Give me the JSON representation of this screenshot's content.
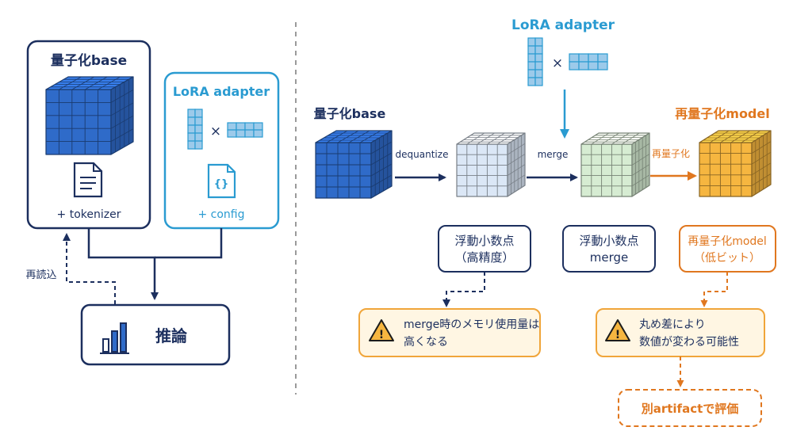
{
  "colors": {
    "navy": "#1c2f5e",
    "cyan": "#2a9bd1",
    "blue_cube": "#2f6bc9",
    "light_cube": "#dbe7f6",
    "green_cube": "#d6ecd2",
    "orange": "#e0771f",
    "orange_cube": "#f6b640",
    "warn_bg": "#fff6e3",
    "warn_border": "#f0a53a"
  },
  "left": {
    "base_title": "量子化base",
    "base_caption": "+ tokenizer",
    "adapter_title": "LoRA adapter",
    "times_symbol": "×",
    "config_icon_glyph": "{}",
    "adapter_caption": "+ config",
    "reload_label": "再読込",
    "inference_label": "推論"
  },
  "right": {
    "adapter_title": "LoRA adapter",
    "times_symbol": "×",
    "base_title": "量子化base",
    "dequantize_label": "dequantize",
    "merge_label": "merge",
    "requantize_label": "再量子化",
    "model_title": "再量子化model",
    "float_box": [
      "浮動小数点",
      "（高精度）"
    ],
    "merge_box": [
      "浮動小数点",
      "merge"
    ],
    "requant_box": [
      "再量子化model",
      "（低ビット）"
    ],
    "warning_memory": [
      "merge時のメモリ使用量は",
      "高くなる"
    ],
    "warning_rounding": [
      "丸め差により",
      "数値が変わる可能性"
    ],
    "warning_glyph": "!",
    "artifact_label": "別artifactで評価"
  }
}
